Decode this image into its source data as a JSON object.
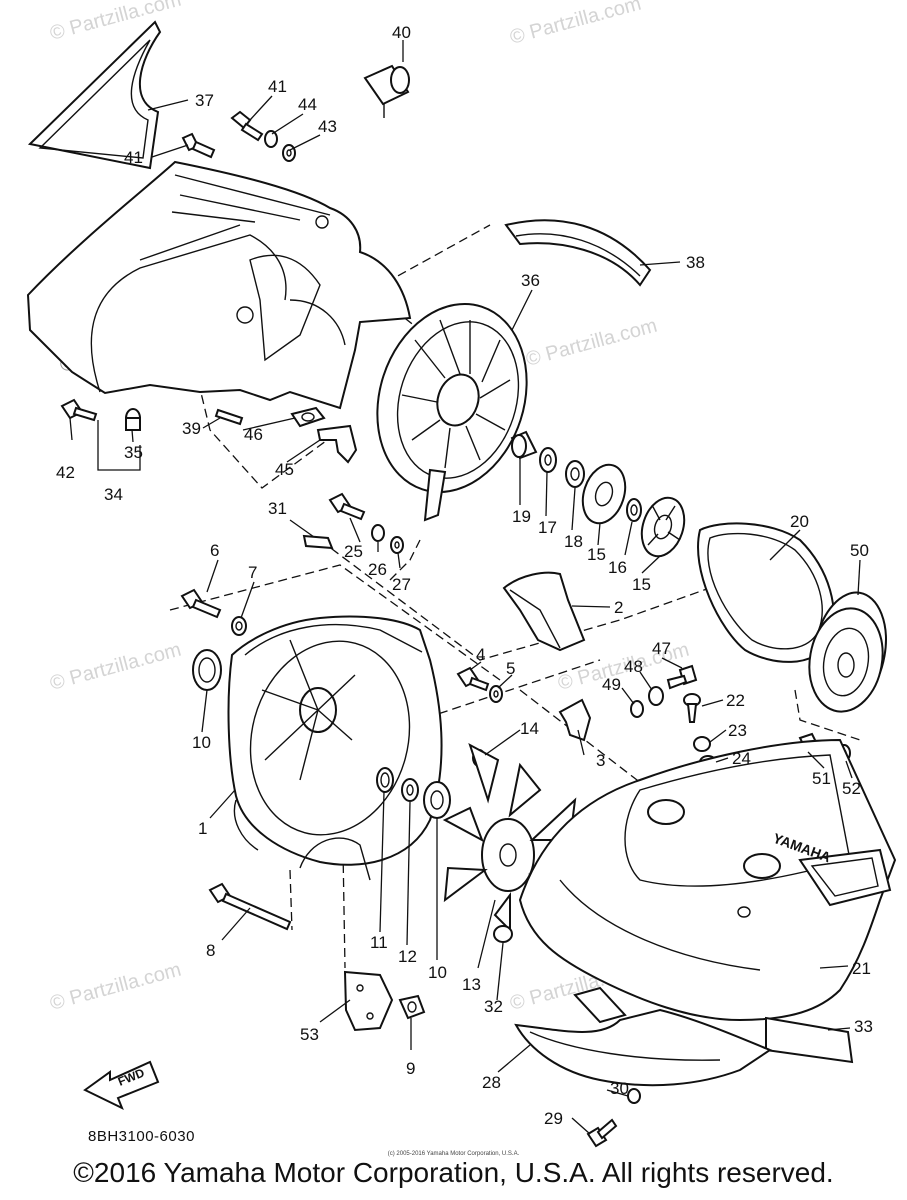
{
  "watermark": "© Partzilla.com",
  "document_code": "8BH3100-6030",
  "copyright": "©2016 Yamaha Motor Corporation, U.S.A. All rights reserved.",
  "tiny_credit": "(c) 2005-2016 Yamaha Motor Corporation, U.S.A.",
  "fwd_label": "FWD",
  "cover_brand": "YAMAHA",
  "callouts": [
    "40",
    "37",
    "41",
    "44",
    "43",
    "41",
    "38",
    "36",
    "42",
    "35",
    "34",
    "39",
    "46",
    "45",
    "19",
    "17",
    "18",
    "15",
    "16",
    "15",
    "20",
    "50",
    "31",
    "25",
    "26",
    "27",
    "6",
    "7",
    "2",
    "4",
    "5",
    "47",
    "48",
    "49",
    "22",
    "23",
    "24",
    "10",
    "14",
    "3",
    "51",
    "52",
    "1",
    "11",
    "12",
    "10",
    "13",
    "32",
    "21",
    "8",
    "53",
    "9",
    "28",
    "30",
    "29",
    "33"
  ]
}
